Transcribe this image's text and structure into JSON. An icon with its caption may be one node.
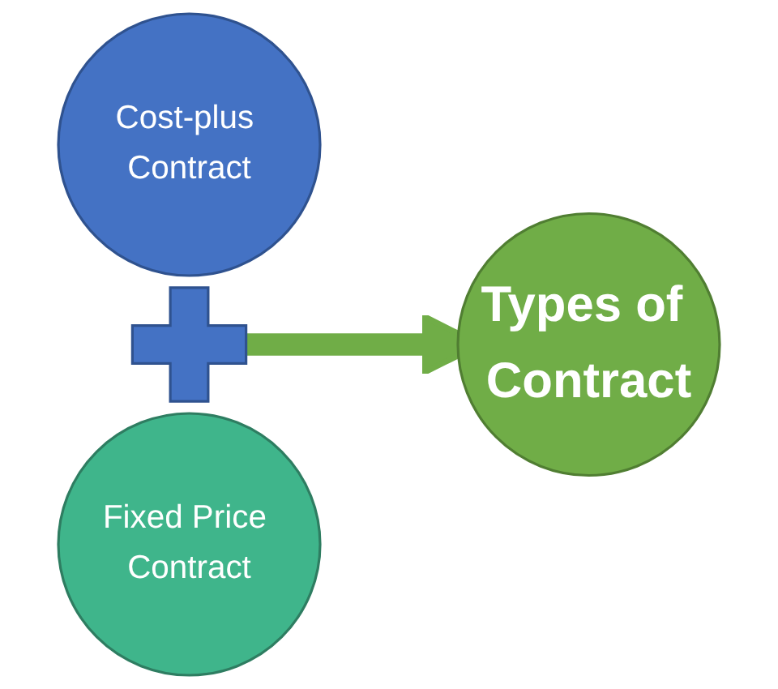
{
  "diagram": {
    "nodes": [
      {
        "text": [
          "Cost-plus Contract"
        ]
      },
      {
        "text": [],
        "shape": "plus"
      },
      {
        "text": [
          "Fixed Price Contract"
        ]
      },
      {
        "text": [
          "Types of Contract"
        ]
      }
    ],
    "edges": [
      {
        "from": 1,
        "to": 3,
        "arrow": "to",
        "color": "#70ad47"
      }
    ]
  }
}
